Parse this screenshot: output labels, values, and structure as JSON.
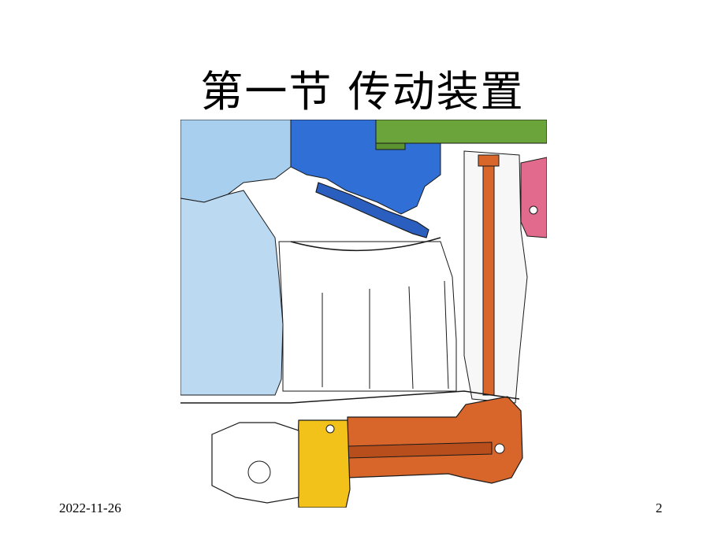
{
  "slide": {
    "title": "第一节  传动装置",
    "date": "2022-11-26",
    "page_number": "2"
  },
  "figure": {
    "colors": {
      "light_blue": "#a9cfee",
      "dark_blue": "#2f6fd6",
      "green": "#6aa43a",
      "orange": "#d8652a",
      "yellow": "#f2c21a",
      "pink": "#e26a8c",
      "line": "#1a1a1a"
    }
  }
}
